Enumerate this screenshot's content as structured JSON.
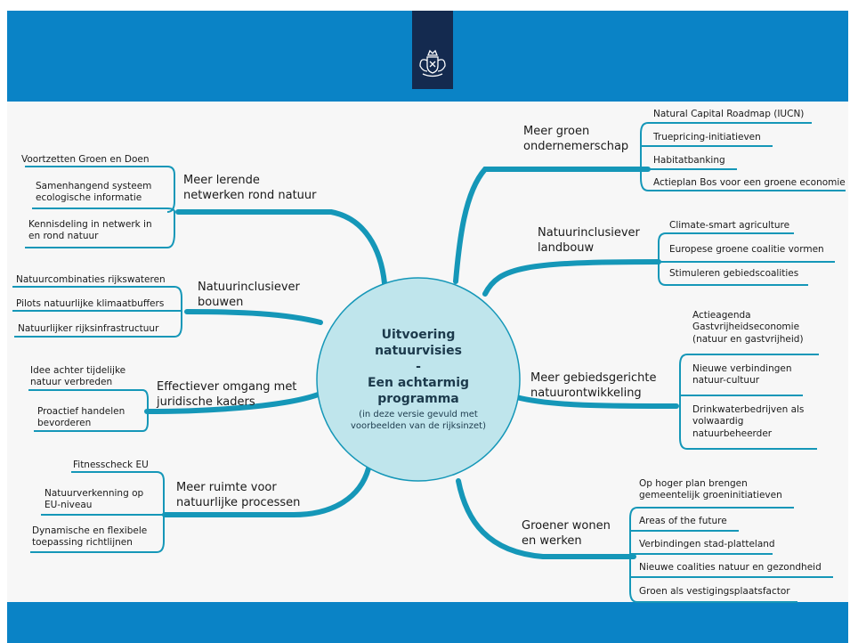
{
  "colors": {
    "header": "#0a83c6",
    "branch": "#1597b8",
    "circle": "#bfe5ec",
    "logo_bg": "#142a4f"
  },
  "logo": {
    "icon": "crest-icon"
  },
  "center": {
    "line1": "Uitvoering\nnatuurvisies",
    "dash": "-",
    "line2": "Een achtarmig\nprogramma",
    "subtitle": "(in deze versie gevuld met\nvoorbeelden van de rijksinzet)"
  },
  "branches": [
    {
      "label": "Meer lerende\nnetwerken rond natuur",
      "leaves": [
        "Voortzetten Groen en Doen",
        "Samenhangend systeem\necologische informatie",
        "Kennisdeling in netwerk in\nen rond natuur"
      ]
    },
    {
      "label": "Natuurinclusiever\nbouwen",
      "leaves": [
        "Natuurcombinaties rijkswateren",
        "Pilots natuurlijke klimaatbuffers",
        "Natuurlijker rijksinfrastructuur"
      ]
    },
    {
      "label": "Effectiever omgang met\njuridische kaders",
      "leaves": [
        "Idee achter tijdelijke\nnatuur verbreden",
        "Proactief handelen\nbevorderen"
      ]
    },
    {
      "label": "Meer ruimte voor\nnatuurlijke processen",
      "leaves": [
        "Fitnesscheck EU",
        "Natuurverkenning op\nEU-niveau",
        "Dynamische en flexibele\ntoepassing richtlijnen"
      ]
    },
    {
      "label": "Meer groen\nondernemerschap",
      "leaves": [
        "Natural Capital Roadmap (IUCN)",
        "Truepricing-initiatieven",
        "Habitatbanking",
        "Actieplan Bos voor een groene economie"
      ]
    },
    {
      "label": "Natuurinclusiever\nlandbouw",
      "leaves": [
        "Climate-smart agriculture",
        "Europese groene coalitie vormen",
        "Stimuleren gebiedscoalities"
      ]
    },
    {
      "label": "Meer gebiedsgerichte\nnatuurontwikkeling",
      "leaves": [
        "Actieagenda\nGastvrijheidseconomie\n(natuur en gastvrijheid)",
        "Nieuwe verbindingen\nnatuur-cultuur",
        "Drinkwaterbedrijven als\nvolwaardig\nnatuurbeheerder"
      ]
    },
    {
      "label": "Groener wonen\nen werken",
      "leaves": [
        "Op hoger plan brengen\ngemeentelijk groeninitiatieven",
        "Areas of the future",
        "Verbindingen stad-platteland",
        "Nieuwe coalities natuur en gezondheid",
        "Groen als vestigingsplaatsfactor"
      ]
    }
  ]
}
